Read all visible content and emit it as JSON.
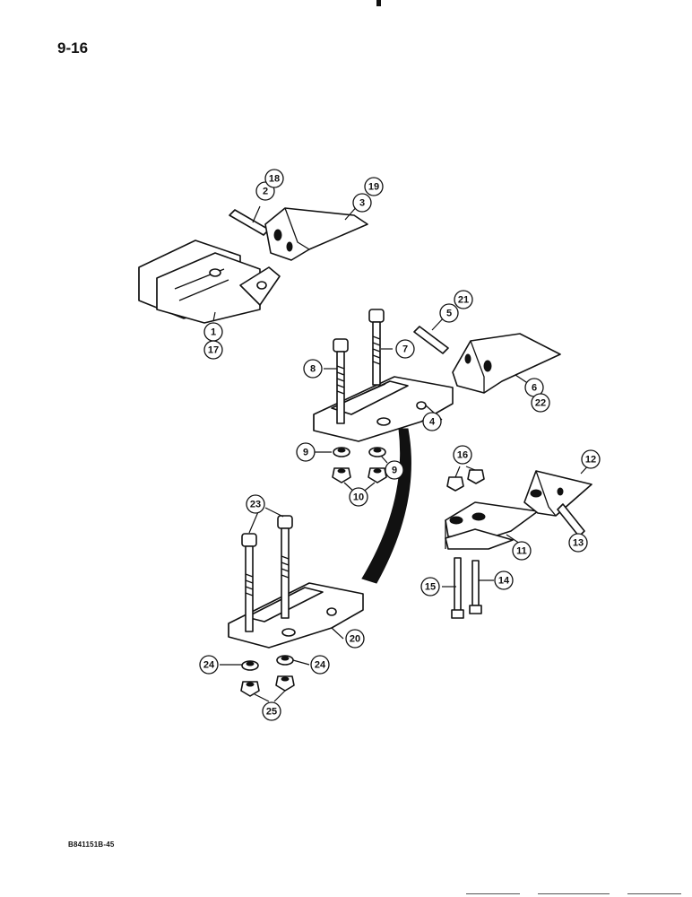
{
  "page": {
    "number": "9-16",
    "doc_code": "B841151B-45"
  },
  "callouts": [
    {
      "label": "1"
    },
    {
      "label": "2"
    },
    {
      "label": "3"
    },
    {
      "label": "4"
    },
    {
      "label": "5"
    },
    {
      "label": "6"
    },
    {
      "label": "7"
    },
    {
      "label": "8"
    },
    {
      "label": "9"
    },
    {
      "label": "9"
    },
    {
      "label": "10"
    },
    {
      "label": "11"
    },
    {
      "label": "12"
    },
    {
      "label": "13"
    },
    {
      "label": "14"
    },
    {
      "label": "15"
    },
    {
      "label": "16"
    },
    {
      "label": "17"
    },
    {
      "label": "18"
    },
    {
      "label": "19"
    },
    {
      "label": "20"
    },
    {
      "label": "21"
    },
    {
      "label": "22"
    },
    {
      "label": "23"
    },
    {
      "label": "24"
    },
    {
      "label": "24"
    },
    {
      "label": "25"
    }
  ]
}
